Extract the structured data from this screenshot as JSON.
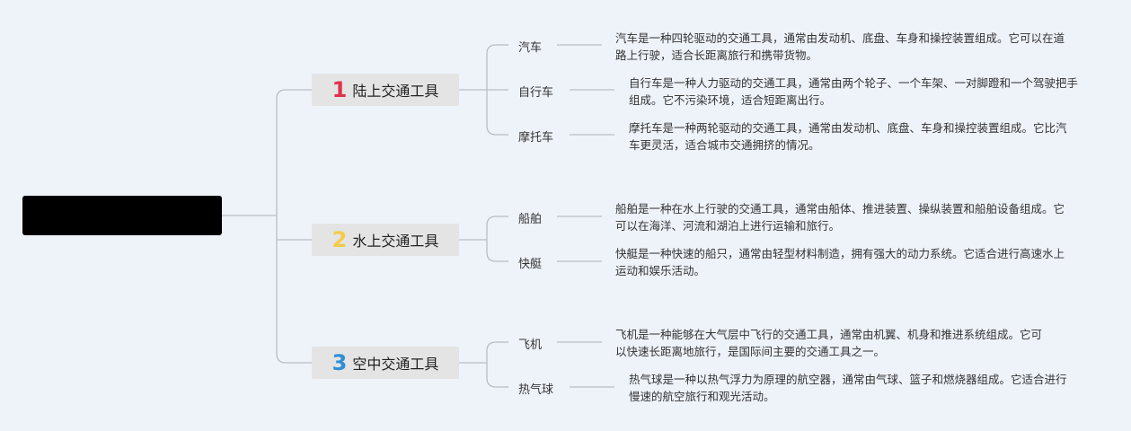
{
  "root": {
    "label": ""
  },
  "categories": [
    {
      "number": "1",
      "label": "陆上交通工具",
      "color": "#e0304e",
      "items": [
        {
          "name": "汽车",
          "description": "汽车是一种四轮驱动的交通工具，通常由发动机、底盘、车身和操控装置组成。它可以在道路上行驶，适合长距离旅行和携带货物。"
        },
        {
          "name": "自行车",
          "description": "自行车是一种人力驱动的交通工具，通常由两个轮子、一个车架、一对脚蹬和一个驾驶把手组成。它不污染环境，适合短距离出行。"
        },
        {
          "name": "摩托车",
          "description": "摩托车是一种两轮驱动的交通工具，通常由发动机、底盘、车身和操控装置组成。它比汽车更灵活，适合城市交通拥挤的情况。"
        }
      ]
    },
    {
      "number": "2",
      "label": "水上交通工具",
      "color": "#f5cb4a",
      "items": [
        {
          "name": "船舶",
          "description": "船舶是一种在水上行驶的交通工具，通常由船体、推进装置、操纵装置和船舶设备组成。它可以在海洋、河流和湖泊上进行运输和旅行。"
        },
        {
          "name": "快艇",
          "description": "快艇是一种快速的船只，通常由轻型材料制造，拥有强大的动力系统。它适合进行高速水上运动和娱乐活动。"
        }
      ]
    },
    {
      "number": "3",
      "label": "空中交通工具",
      "color": "#2f8fd4",
      "items": [
        {
          "name": "飞机",
          "description": "飞机是一种能够在大气层中飞行的交通工具，通常由机翼、机身和推进系统组成。它可以快速长距离地旅行，是国际间主要的交通工具之一。"
        },
        {
          "name": "热气球",
          "description": "热气球是一种以热气浮力为原理的航空器，通常由气球、篮子和燃烧器组成。它适合进行慢速的航空旅行和观光活动。"
        }
      ]
    }
  ]
}
